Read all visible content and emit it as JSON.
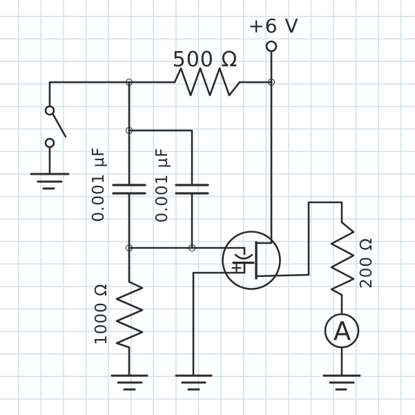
{
  "page": {
    "description": "Hand-drawn transistor circuit schematic on light-blue graph paper",
    "background_color": "#ffffff",
    "grid_color": "#cfe0ee",
    "ink_color": "#2b2b2b"
  },
  "labels": {
    "supply": "+6 V",
    "resistor_top": "500 Ω",
    "capacitor_left": "0.001 µF",
    "capacitor_right": "0.001 µF",
    "resistor_bottom_left": "1000 Ω",
    "resistor_right": "200 Ω",
    "ammeter": "A"
  },
  "components": [
    {
      "name": "supply-terminal",
      "label": "+6 V",
      "type": "open circle terminal"
    },
    {
      "name": "resistor-top",
      "label": "500 Ω",
      "type": "resistor",
      "orientation": "horizontal"
    },
    {
      "name": "switch",
      "label": "",
      "type": "open knife switch to ground"
    },
    {
      "name": "capacitor-left",
      "label": "0.001 µF",
      "type": "capacitor"
    },
    {
      "name": "capacitor-right",
      "label": "0.001 µF",
      "type": "capacitor"
    },
    {
      "name": "resistor-bottom-left",
      "label": "1000 Ω",
      "type": "resistor",
      "orientation": "vertical"
    },
    {
      "name": "mosfet",
      "label": "+",
      "type": "MOSFET symbol in circle"
    },
    {
      "name": "resistor-right",
      "label": "200 Ω",
      "type": "resistor",
      "orientation": "vertical"
    },
    {
      "name": "ammeter",
      "label": "A",
      "type": "meter in circle"
    },
    {
      "name": "ground-symbols",
      "count": 4,
      "type": "earth ground"
    }
  ]
}
